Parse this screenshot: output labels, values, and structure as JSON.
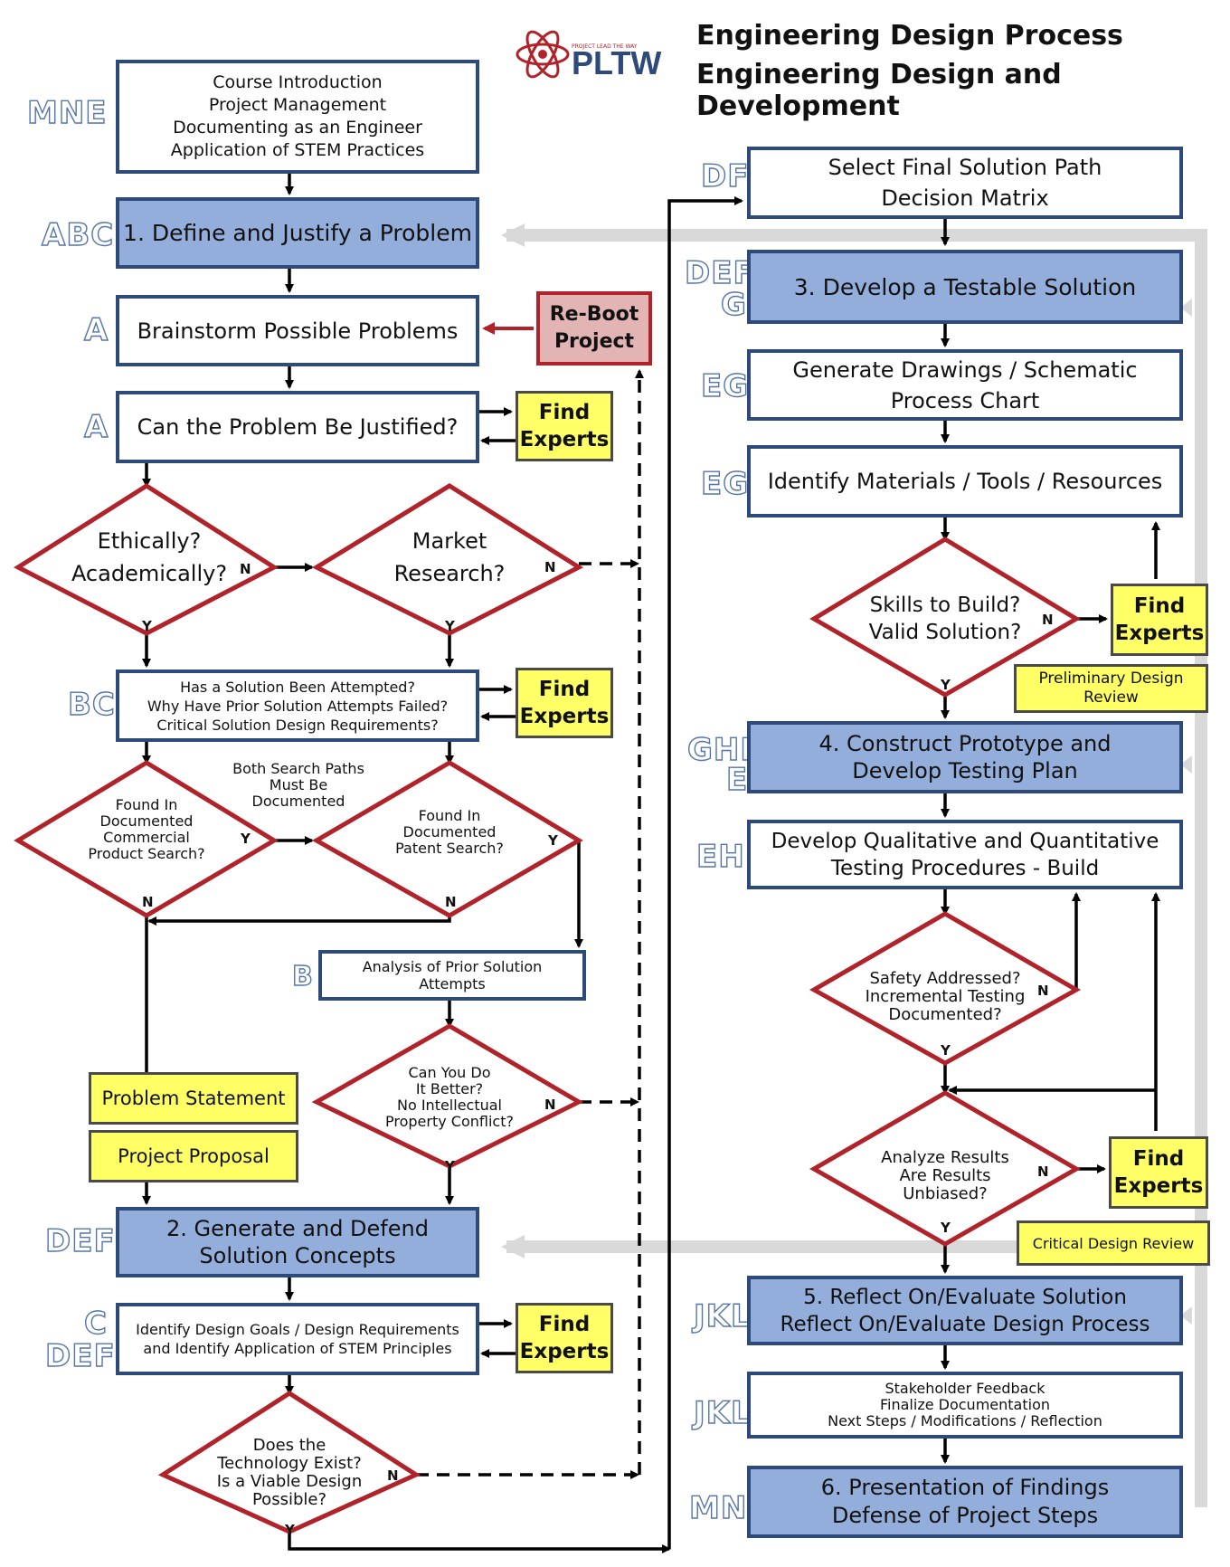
{
  "header": {
    "logo_text": "PLTW",
    "logo_tagline": "PROJECT LEAD THE WAY",
    "title_line1": "Engineering Design Process",
    "title_line2": "Engineering Design and Development"
  },
  "codes": {
    "intro": "MNE",
    "define": "ABC",
    "brainstorm": "A",
    "justify": "A",
    "solution": "BC",
    "analysis": "B",
    "generate": "DEF",
    "goals_1": "C",
    "goals_2": "DEF",
    "final": "DF",
    "develop_1": "DEF",
    "develop_2": "G",
    "drawings": "EG",
    "materials": "EG",
    "construct_1": "GHI",
    "construct_2": "E",
    "testing": "EHI",
    "reflect": "JKL",
    "feedback": "JKL",
    "present": "MN"
  },
  "boxes": {
    "intro": [
      "Course Introduction",
      "Project Management",
      "Documenting as an Engineer",
      "Application of STEM Practices"
    ],
    "define": [
      "1. Define and Justify a Problem"
    ],
    "brainstorm": [
      "Brainstorm Possible Problems"
    ],
    "justify": [
      "Can the Problem Be Justified?"
    ],
    "solution": [
      "Has a Solution Been Attempted?",
      "Why Have Prior Solution Attempts Failed?",
      "Critical Solution Design Requirements?"
    ],
    "analysis": [
      "Analysis of Prior Solution",
      "Attempts"
    ],
    "generate": [
      "2. Generate and Defend",
      "Solution Concepts"
    ],
    "goals": [
      "Identify Design Goals / Design Requirements",
      "and Identify Application of STEM Principles"
    ],
    "final": [
      "Select Final Solution Path",
      "Decision Matrix"
    ],
    "develop": [
      "3. Develop a Testable Solution"
    ],
    "drawings": [
      "Generate Drawings / Schematic",
      "Process Chart"
    ],
    "materials": [
      "Identify Materials / Tools / Resources"
    ],
    "construct": [
      "4. Construct Prototype and",
      "Develop Testing Plan"
    ],
    "testing": [
      "Develop Qualitative and Quantitative",
      "Testing Procedures - Build"
    ],
    "reflect": [
      "5. Reflect On/Evaluate Solution",
      "Reflect On/Evaluate Design Process"
    ],
    "feedback": [
      "Stakeholder Feedback",
      "Finalize Documentation",
      "Next Steps / Modifications  / Reflection"
    ],
    "present": [
      "6. Presentation of Findings",
      "Defense of Project Steps"
    ]
  },
  "decisions": {
    "ethics": [
      "Ethically?",
      "Academically?"
    ],
    "market": [
      "Market",
      "Research?"
    ],
    "commercial": [
      "Found In",
      "Documented",
      "Commercial",
      "Product Search?"
    ],
    "patent": [
      "Found In",
      "Documented",
      "Patent Search?"
    ],
    "better": [
      "Can You Do",
      "It Better?",
      "No Intellectual",
      "Property Conflict?"
    ],
    "technology": [
      "Does the",
      "Technology Exist?",
      "Is a Viable Design",
      "Possible?"
    ],
    "skills": [
      "Skills to Build?",
      "Valid Solution?"
    ],
    "safety": [
      "Safety Addressed?",
      "Incremental Testing",
      "Documented?"
    ],
    "analyze": [
      "Analyze Results",
      "Are Results",
      "Unbiased?"
    ]
  },
  "notes": {
    "both_search": [
      "Both Search Paths",
      "Must Be",
      "Documented"
    ]
  },
  "yellow": {
    "find_experts": [
      "Find",
      "Experts"
    ],
    "problem_statement": "Problem Statement",
    "project_proposal": "Project Proposal",
    "preliminary_review": [
      "Preliminary Design",
      "Review"
    ],
    "critical_review": "Critical Design Review"
  },
  "reboot": [
    "Re-Boot",
    "Project"
  ],
  "branch_labels": {
    "yes": "Y",
    "no": "N"
  },
  "colors": {
    "box_border": "#2e4a7a",
    "box_fill_blue": "#93aedb",
    "diamond_border": "#b0232a",
    "note_fill": "#ffff66",
    "reboot_fill": "#e3b4b4",
    "feedback_line": "#d9d9d9"
  }
}
